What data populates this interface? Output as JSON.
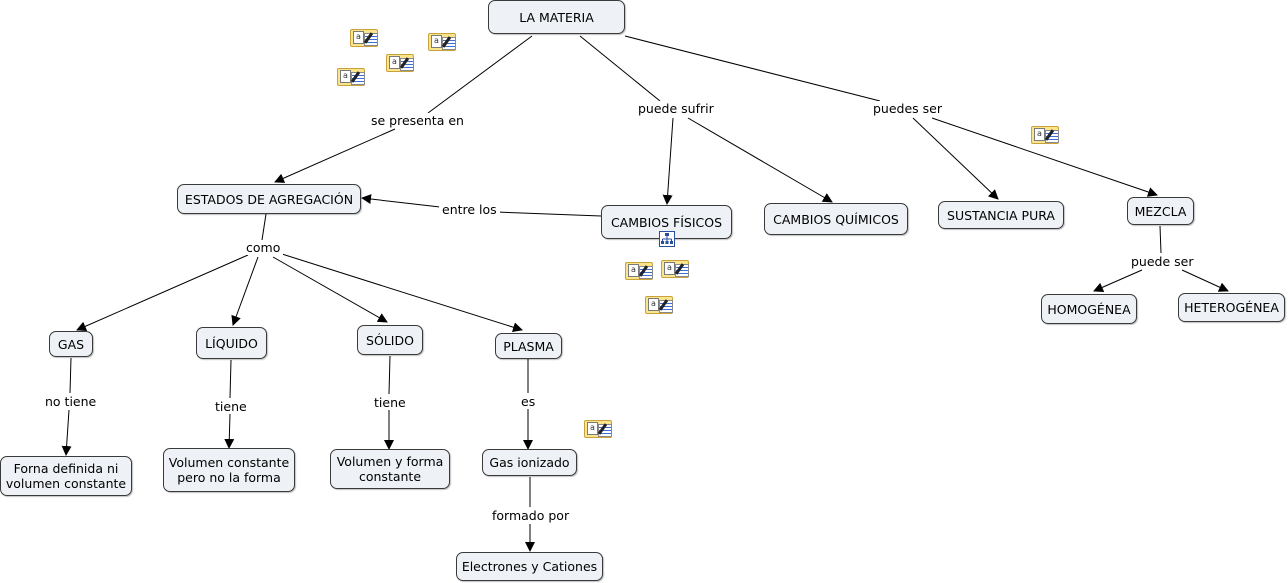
{
  "concepts": {
    "la_materia": "LA MATERIA",
    "estados": "ESTADOS DE AGREGACIÓN",
    "cambios_fisicos": "CAMBIOS FÍSICOS",
    "cambios_quimicos": "CAMBIOS QUÍMICOS",
    "sustancia_pura": "SUSTANCIA PURA",
    "mezcla": "MEZCLA",
    "homogenea": "HOMOGÉNEA",
    "heterogenea": "HETEROGÉNEA",
    "gas": "GAS",
    "liquido": "LÍQUIDO",
    "solido": "SÓLIDO",
    "plasma": "PLASMA",
    "forma_definida": "Forna definida ni volumen constante",
    "volumen_constante": "Volumen constante pero no la forma",
    "volumen_forma": "Volumen y forma constante",
    "gas_ionizado": "Gas ionizado",
    "electrones": "Electrones y Cationes"
  },
  "links": {
    "se_presenta_en": "se presenta en",
    "puede_sufrir": "puede sufrir",
    "puedes_ser": "puedes ser",
    "entre_los": "entre los",
    "como": "como",
    "puede_ser": "puede ser",
    "no_tiene": "no tiene",
    "tiene_liquido": "tiene",
    "tiene_solido": "tiene",
    "es": "es",
    "formado_por": "formado por"
  },
  "resource_icons": [
    "text-resource-icon",
    "concept-map-icon"
  ],
  "colors": {
    "node_fill": "#eef2f6",
    "node_border": "#3a3a3a",
    "line": "#000000",
    "resource_fill": "#fbe58c"
  }
}
